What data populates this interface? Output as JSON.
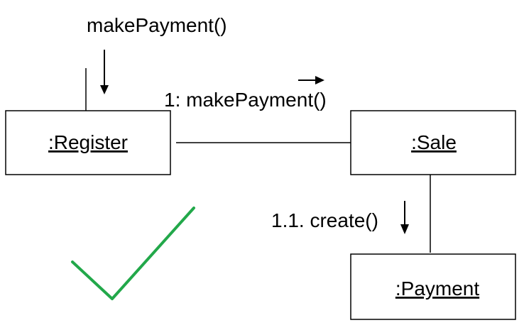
{
  "diagram": {
    "messages": {
      "external": "makePayment()",
      "register_to_sale": "1: makePayment()",
      "sale_to_payment": "1.1. create()"
    },
    "objects": {
      "register": ":Register",
      "sale": ":Sale",
      "payment": ":Payment"
    },
    "checkmark": {
      "icon": "checkmark-icon",
      "color": "#22a84a"
    }
  }
}
